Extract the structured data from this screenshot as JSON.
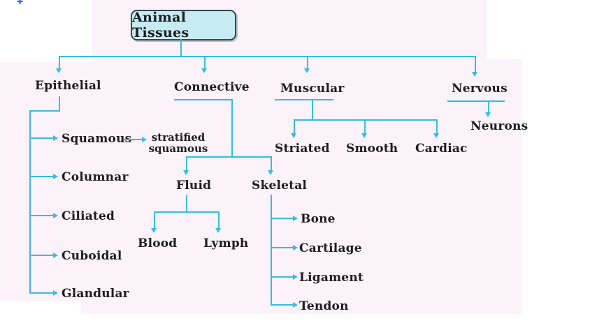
{
  "diagram": {
    "root": "Animal Tissues",
    "level1": {
      "epithelial": "Epithelial",
      "connective": "Connective",
      "muscular": "Muscular",
      "nervous": "Nervous"
    },
    "epithelial_types": {
      "squamous": "Squamous",
      "stratified_squamous": "stratified squamous",
      "columnar": "Columnar",
      "ciliated": "Ciliated",
      "cuboidal": "Cuboidal",
      "glandular": "Glandular"
    },
    "connective_types": {
      "fluid": "Fluid",
      "skeletal": "Skeletal",
      "fluid_subtypes": {
        "blood": "Blood",
        "lymph": "Lymph"
      },
      "skeletal_subtypes": {
        "bone": "Bone",
        "cartilage": "Cartilage",
        "ligament": "Ligament",
        "tendon": "Tendon"
      }
    },
    "muscular_types": {
      "striated": "Striated",
      "smooth": "Smooth",
      "cardiac": "Cardiac"
    },
    "nervous_types": {
      "neurons": "Neurons"
    },
    "colors": {
      "line": "#38bce0",
      "background": "#fcf2fa",
      "root_box_fill": "#c7ebf3",
      "root_box_border": "#37474f",
      "text": "#1d1d1f"
    }
  }
}
